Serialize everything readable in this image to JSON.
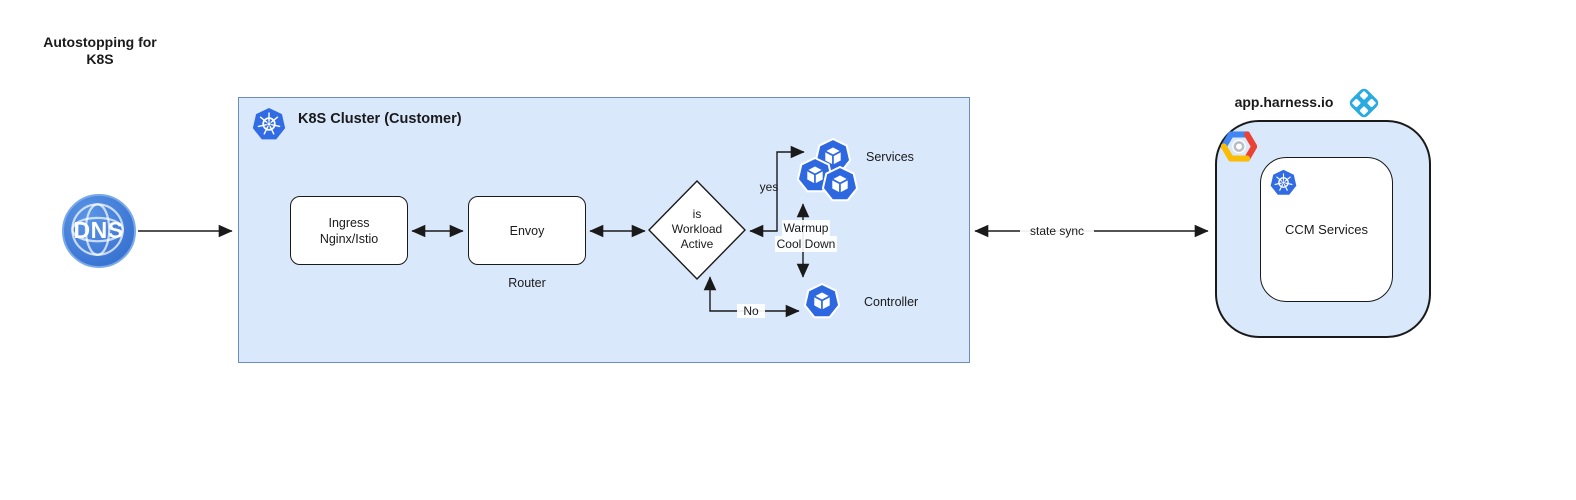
{
  "title": {
    "line1": "Autostopping for",
    "line2": "K8S"
  },
  "dns": {
    "label": "DNS"
  },
  "cluster": {
    "title": "K8S Cluster (Customer)",
    "ingress": {
      "line1": "Ingress",
      "line2": "Nginx/Istio"
    },
    "envoy": {
      "label": "Envoy"
    },
    "router_caption": "Router",
    "decision": {
      "line1": "is",
      "line2": "Workload",
      "line3": "Active"
    },
    "services_label": "Services",
    "controller_label": "Controller",
    "yes_label": "yes",
    "no_label": "No",
    "warmup": {
      "line1": "Warmup",
      "line2": "Cool Down"
    }
  },
  "state_sync_label": "state sync",
  "harness": {
    "title": "app.harness.io",
    "ccm_label": "CCM Services"
  },
  "icons": {
    "dns_globe": "globe",
    "kubernetes": "kubernetes-helm-wheel",
    "pod": "cube-pod",
    "gcp": "google-cloud-hexagon",
    "harness_logo": "harness-diamond"
  },
  "colors": {
    "cluster_fill": "#dae8fc",
    "cluster_border": "#6c8ebf",
    "node_border": "#1a1a1a",
    "pod_blue": "#2d68e0",
    "k8s_blue": "#326ce5",
    "harness_blue": "#29abe2",
    "dns_fill": "#3f7ed6",
    "gcp_red": "#ea4335",
    "gcp_yellow": "#fbbc05",
    "gcp_blue": "#4285f4"
  }
}
